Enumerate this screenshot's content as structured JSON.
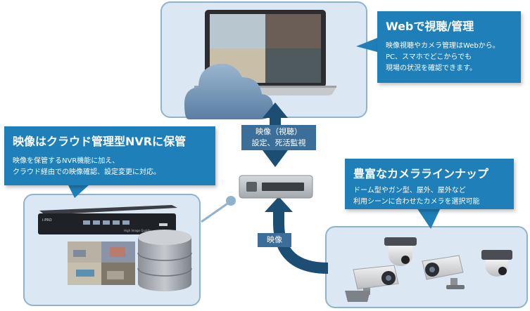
{
  "web": {
    "title": "Webで視聴/管理",
    "line1": "映像視聴やカメラ管理はWebから。",
    "line2": "PC、スマホでどこからでも",
    "line3": "現場の状況を確認できます。"
  },
  "cloud_nvr": {
    "title": "映像はクラウド管理型NVRに保管",
    "line1": "映像を保管するNVR機能に加え、",
    "line2": "クラウド経由での映像確認、設定変更に対応。"
  },
  "cameras": {
    "title": "豊富なカメララインナップ",
    "line1": "ドーム型やガン型、屋外、屋外など",
    "line2": "利用シーンに合わせたカメラを選択可能"
  },
  "flows": {
    "upper_line1": "映像（視聴）",
    "upper_line2": "設定、死活監視",
    "lower": "映像"
  },
  "nvr_device": {
    "brand": "i-PRO",
    "model_text": "High Image Quality"
  },
  "colors": {
    "callout": "#1f7fb8",
    "flow_label": "#3b6f99",
    "arrow": "#1c4e73",
    "panel_fill": "#dbe8f3",
    "cloud": "#6f8fb0"
  }
}
